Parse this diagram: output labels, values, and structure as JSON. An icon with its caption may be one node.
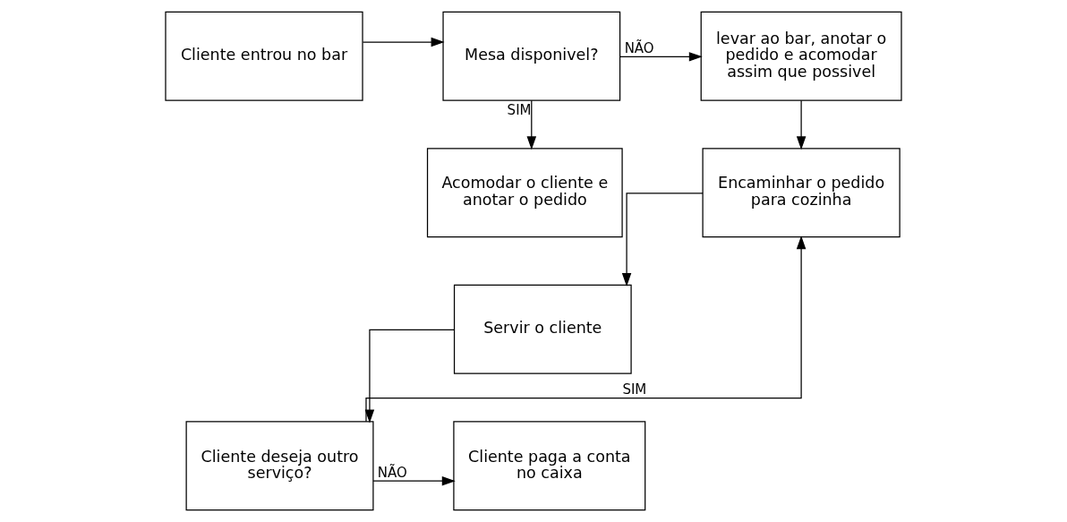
{
  "diagram": {
    "nodes": [
      {
        "text": [
          "Cliente entrou no bar"
        ]
      },
      {
        "text": [
          "Mesa disponivel?"
        ]
      },
      {
        "text": [
          "levar ao bar, anotar o pedido e acomodar assim que possivel"
        ]
      },
      {
        "text": [
          "Acomodar o cliente e anotar o pedido"
        ]
      },
      {
        "text": [
          "Encaminhar o pedido para cozinha"
        ]
      },
      {
        "text": [
          "Servir o cliente"
        ]
      },
      {
        "text": [
          "Cliente paga a conta no caixa"
        ]
      },
      {
        "text": [
          "Cliente deseja outro serviço?"
        ]
      }
    ],
    "edges": [
      {
        "from": 0,
        "to": 1,
        "arrow": "to"
      },
      {
        "from": 1,
        "to": 2,
        "arrow": "to",
        "label": "NÃO"
      },
      {
        "from": 1,
        "to": 3,
        "arrow": "to",
        "label": "SIM"
      },
      {
        "from": 2,
        "to": 4,
        "arrow": "to"
      },
      {
        "from": 4,
        "to": 5,
        "arrow": "to"
      },
      {
        "from": 5,
        "to": 7,
        "arrow": "to"
      },
      {
        "from": 7,
        "to": 6,
        "arrow": "to",
        "label": "NÃO"
      },
      {
        "from": 7,
        "to": 4,
        "arrow": "to",
        "label": "SIM"
      }
    ]
  }
}
